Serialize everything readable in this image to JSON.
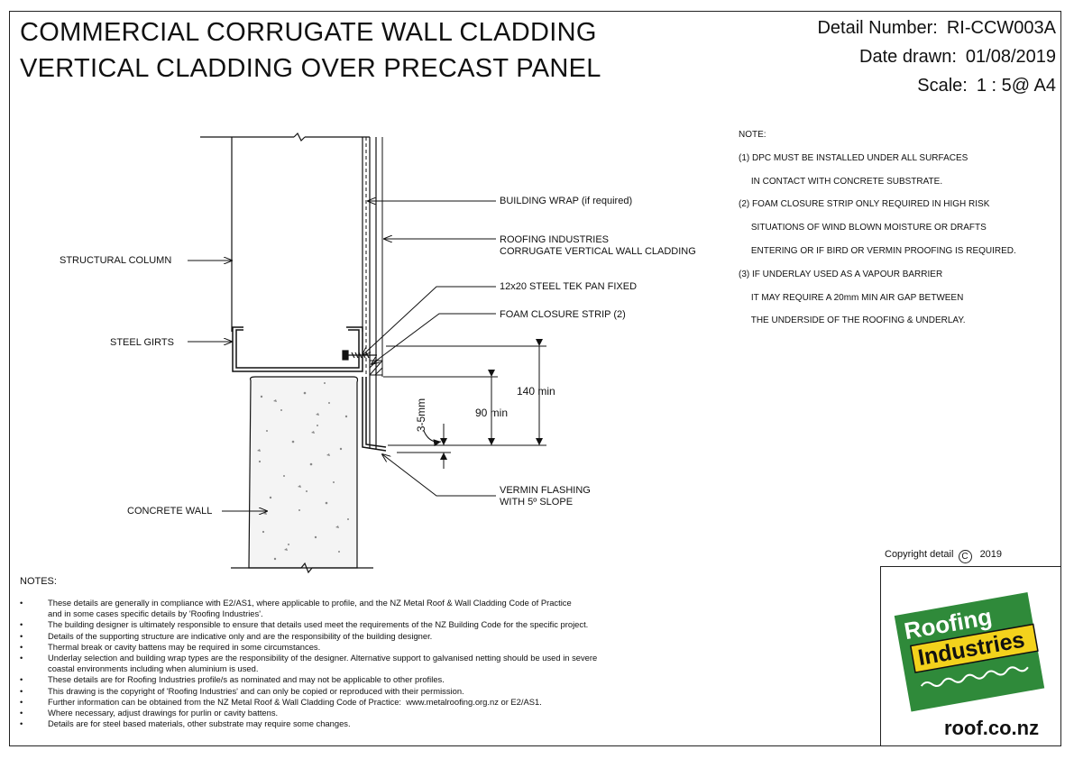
{
  "title": {
    "line1": "COMMERCIAL CORRUGATE WALL CLADDING",
    "line2": "VERTICAL CLADDING OVER PRECAST PANEL"
  },
  "meta": {
    "detail_label": "Detail Number:",
    "detail_value": "RI-CCW003A",
    "date_label": "Date drawn:",
    "date_value": "01/08/2019",
    "scale_label": "Scale:",
    "scale_value": "1 : 5@ A4"
  },
  "spec_notes": [
    "NOTE:",
    "(1) DPC MUST BE INSTALLED UNDER ALL SURFACES",
    "     IN CONTACT WITH CONCRETE SUBSTRATE.",
    "(2) FOAM CLOSURE STRIP ONLY REQUIRED IN HIGH RISK",
    "     SITUATIONS OF WIND BLOWN MOISTURE OR DRAFTS",
    "     ENTERING OR IF BIRD OR VERMIN PROOFING IS REQUIRED.",
    "(3) IF UNDERLAY USED AS A VAPOUR BARRIER",
    "     IT MAY REQUIRE A 20mm MIN AIR GAP BETWEEN",
    "     THE UNDERSIDE OF THE ROOFING & UNDERLAY."
  ],
  "callouts": {
    "building_wrap": "BUILDING WRAP (if required)",
    "cladding_1": "ROOFING INDUSTRIES",
    "cladding_2": "CORRUGATE VERTICAL WALL CLADDING",
    "tek": "12x20 STEEL TEK PAN FIXED",
    "foam": "FOAM CLOSURE STRIP (2)",
    "structural_column": "STRUCTURAL COLUMN",
    "steel_girts": "STEEL GIRTS",
    "concrete_wall": "CONCRETE WALL",
    "vermin_1": "VERMIN FLASHING",
    "vermin_2": "WITH 5º SLOPE",
    "dim_140": "140 min",
    "dim_90": "90 min",
    "dim_gap": "3-5mm"
  },
  "notes_title": "NOTES:",
  "notes": [
    {
      "bullet": "•",
      "text": "These details are generally in compliance with E2/AS1, where applicable to profile, and the NZ Metal Roof & Wall Cladding Code of Practice"
    },
    {
      "bullet": "",
      "text": "and in some cases specific details by 'Roofing Industries'."
    },
    {
      "bullet": "•",
      "text": "The building designer is ultimately responsible to ensure that details used meet the requirements of the NZ Building Code for the specific project."
    },
    {
      "bullet": "•",
      "text": "Details of the supporting structure are indicative only and are the responsibility of the building designer."
    },
    {
      "bullet": "•",
      "text": "Thermal break or cavity battens may be required in some circumstances."
    },
    {
      "bullet": "•",
      "text": "Underlay selection and building wrap types are the responsibility of the designer. Alternative support to galvanised netting should be used in severe"
    },
    {
      "bullet": "",
      "text": "coastal environments including when aluminium is used."
    },
    {
      "bullet": "•",
      "text": "These details are for Roofing Industries profile/s as nominated and may not be applicable to other profiles."
    },
    {
      "bullet": "•",
      "text": "This drawing is the copyright of 'Roofing Industries' and can only be copied or reproduced with their permission."
    },
    {
      "bullet": "•",
      "text": "Further information can be obtained from the NZ Metal Roof & Wall Cladding Code of Practice:  www.metalroofing.org.nz or E2/AS1."
    },
    {
      "bullet": "•",
      "text": "Where necessary, adjust drawings for purlin or cavity battens."
    },
    {
      "bullet": "•",
      "text": "Details are for steel based materials, other substrate may require some changes."
    }
  ],
  "copyright": {
    "label": "Copyright detail",
    "symbol": "C",
    "year": "2019"
  },
  "logo": {
    "word1": "Roofing",
    "word2": "Industries",
    "url": "roof.co.nz",
    "green": "#2f8a3a",
    "yellow": "#f3d21c"
  }
}
